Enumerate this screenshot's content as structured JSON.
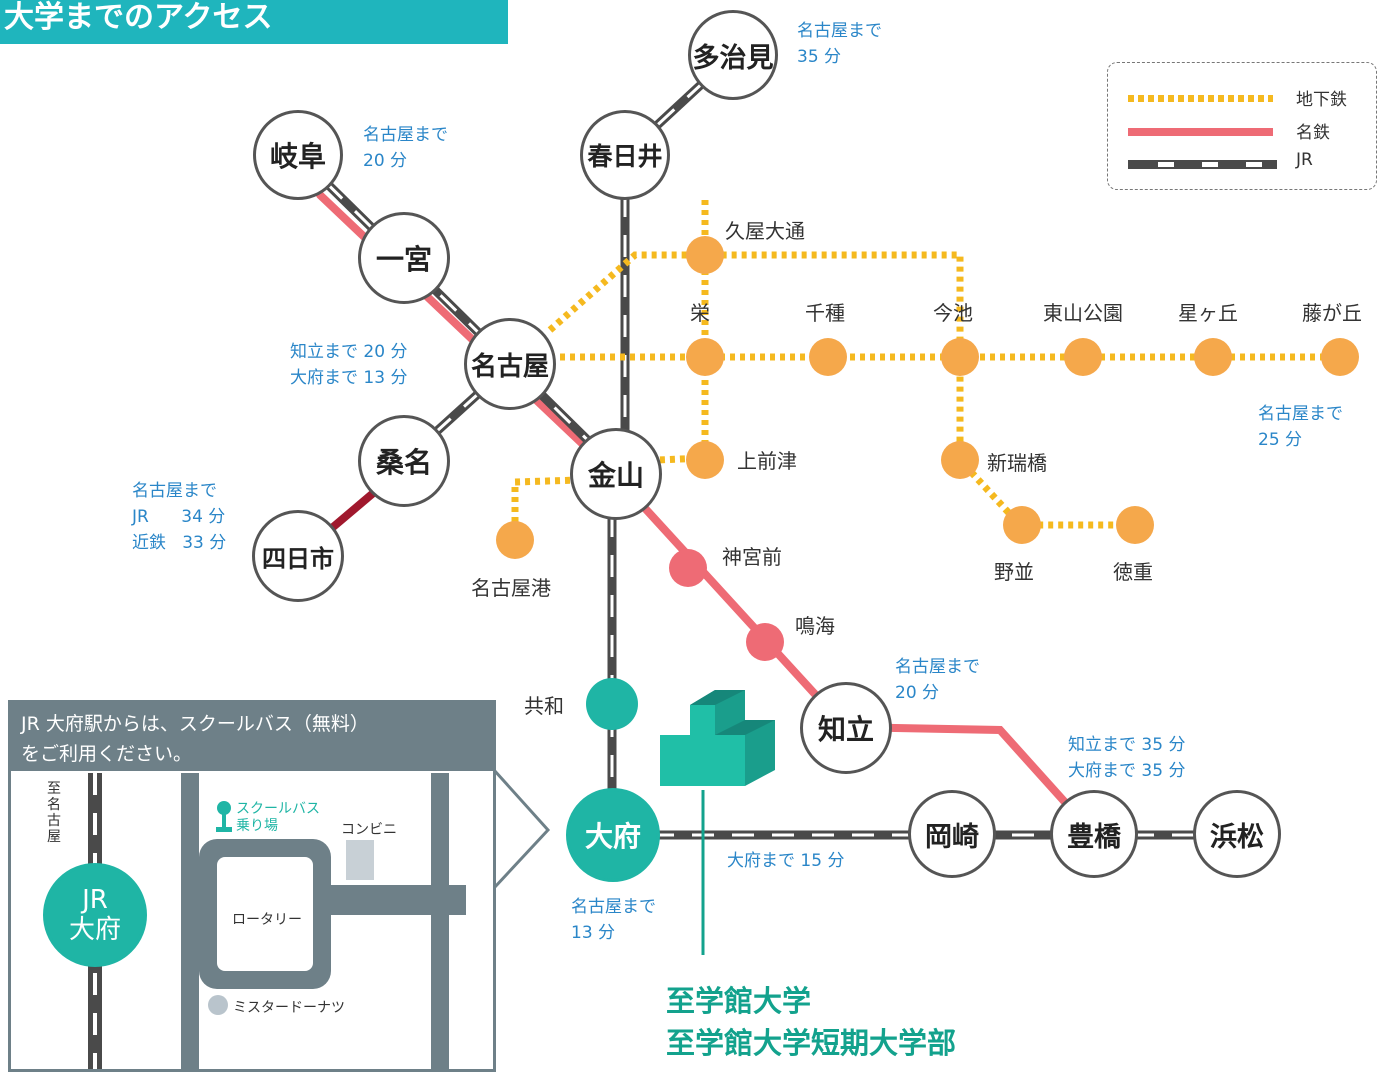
{
  "header": {
    "title": "大学までのアクセス"
  },
  "legend": {
    "subway": "地下鉄",
    "meitetsu": "名鉄",
    "jr": "JR"
  },
  "colors": {
    "subway": "#f5b91f",
    "meitetsu": "#ee6b75",
    "kintetsu": "#a0182d",
    "jr": "#4a4a4a",
    "accent": "#1fb5bd",
    "university": "#13a28d",
    "info_text": "#2a86c8",
    "inset_frame": "#6e8088"
  },
  "stations": {
    "tajimi": "多治見",
    "kasugai": "春日井",
    "gifu": "岐阜",
    "ichinomiya": "一宮",
    "nagoya": "名古屋",
    "kuwana": "桑名",
    "yokkaichi": "四日市",
    "kanayama": "金山",
    "obu": "大府",
    "chiryu": "知立",
    "okazaki": "岡崎",
    "toyohashi": "豊橋",
    "hamamatsu": "浜松"
  },
  "small_stations": {
    "hisaya": "久屋大通",
    "sakae": "栄",
    "chikusa": "千種",
    "imaike": "今池",
    "higashiyama": "東山公園",
    "hoshigaoka": "星ヶ丘",
    "fujigaoka": "藤が丘",
    "kamimaezu": "上前津",
    "shinmizuhashi": "新瑞橋",
    "nonami": "野並",
    "tokushige": "徳重",
    "nagoyako": "名古屋港",
    "jingumae": "神宮前",
    "narumi": "鳴海",
    "kyowa": "共和"
  },
  "times": {
    "tajimi": "名古屋まで\n35 分",
    "gifu": "名古屋まで\n20 分",
    "nagoya": "知立まで 20 分\n大府まで 13 分",
    "yokkaichi": "名古屋まで\nJR      34 分\n近鉄   33 分",
    "fujigaoka": "名古屋まで\n25 分",
    "chiryu": "名古屋まで\n20 分",
    "toyohashi": "知立まで 35 分\n大府まで 35 分",
    "obu_okazaki": "大府まで 15 分",
    "obu": "名古屋まで\n13 分"
  },
  "inset": {
    "note": "JR 大府駅からは、スクールバス（無料）\nをご利用ください。",
    "direction": "至\n名\n古\n屋",
    "station": "JR\n大府",
    "bus_stop": "スクールバス\n乗り場",
    "convenience_store": "コンビニ",
    "rotary": "ロータリー",
    "donut_shop": "ミスタードーナツ"
  },
  "university": {
    "name": "至学館大学\n至学館大学短期大学部"
  }
}
